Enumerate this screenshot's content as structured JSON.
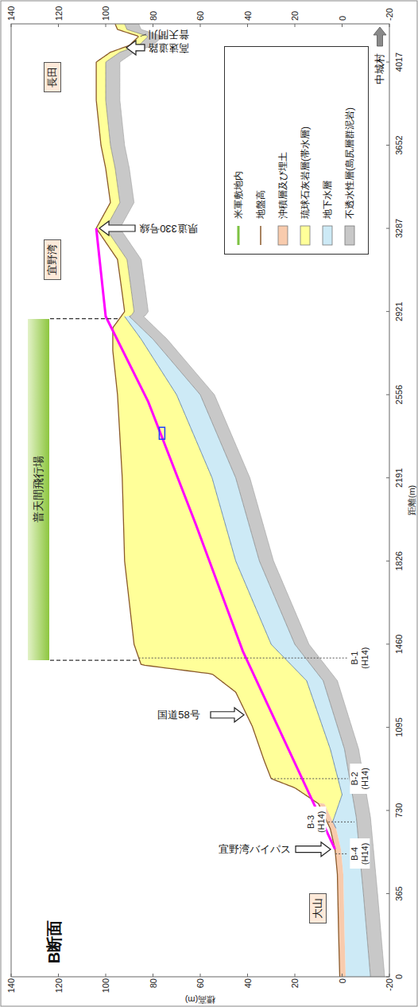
{
  "diagram": {
    "title": "B断面",
    "nodes": [
      {
        "text": [
          "大山"
        ]
      },
      {
        "text": [
          "普天間飛行場"
        ]
      },
      {
        "text": [
          "宜野湾"
        ]
      },
      {
        "text": [
          "長田"
        ]
      }
    ],
    "labels": [
      "140",
      "120",
      "100",
      "80",
      "60",
      "40",
      "20",
      "0",
      "-20",
      "標高(m)",
      "0",
      "365",
      "730",
      "1095",
      "1460",
      "1826",
      "2191",
      "2556",
      "2921",
      "3287",
      "3652",
      "4017",
      "距離(m)",
      "140",
      "120",
      "100",
      "80",
      "60",
      "40",
      "20",
      "0",
      "-20",
      "宜野湾バイパス",
      "国道58号",
      "県道330号線",
      "高速道路",
      "普天間川",
      "中城村",
      "B-1 (H14)",
      "B-2 (H14)",
      "B-3 (H14)",
      "B-4 (H14)"
    ],
    "legend": [
      {
        "text": "米軍敷地内"
      },
      {
        "text": "地盤高"
      },
      {
        "text": "沖積層及び埋土",
        "color": "#f8cbad"
      },
      {
        "text": "琉球石灰岩層(帯水層)",
        "color": "#ffff99"
      },
      {
        "text": "地下水層",
        "color": "#cdeaf6"
      },
      {
        "text": "不透水性層(島尻層群泥岩)",
        "color": "#c8c8c8"
      }
    ]
  }
}
